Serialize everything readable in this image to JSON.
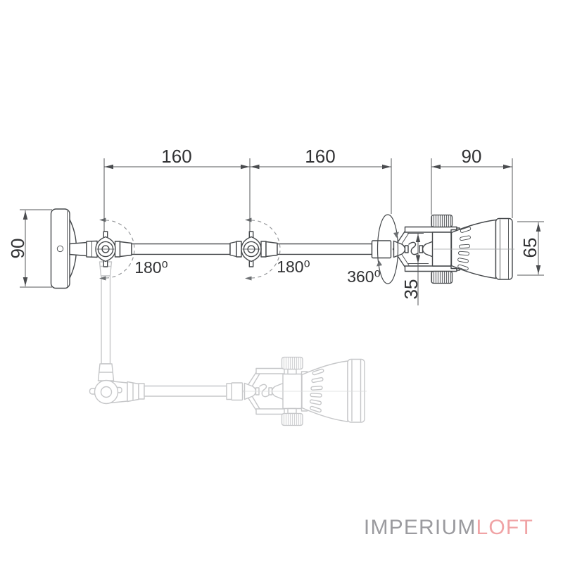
{
  "drawing": {
    "title": "wall lamp articulated arm dimension drawing",
    "dimensions": {
      "arm1": "160",
      "arm2": "160",
      "head_length": "90",
      "backplate_height": "90",
      "head_diameter": "65",
      "swivel_offset": "35"
    },
    "rotation_labels": {
      "joint1": "180⁰",
      "joint2": "180⁰",
      "swivel": "360⁰"
    }
  },
  "logo": {
    "primary": "IMPERIUM",
    "accent": "LOFT"
  },
  "colors": {
    "line_dark": "#45484b",
    "line_ghost": "#c6c7c9",
    "dimension_line": "#55575a",
    "label_text": "#313234",
    "logo_gray": "#9b9b9f",
    "logo_accent": "#f0a3a5"
  }
}
